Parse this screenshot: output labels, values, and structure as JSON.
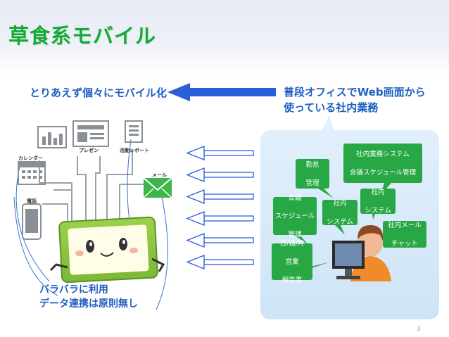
{
  "slide": {
    "title": "草食系モバイル",
    "left_caption": "とりあえず個々にモバイル化",
    "right_caption_line1": "普段オフィスでWeb画面から",
    "right_caption_line2": "使っている社内業務",
    "bottom_caption_line1": "バラバラに利用",
    "bottom_caption_line2": "データ連携は原則無し",
    "page_number": "3"
  },
  "apps": {
    "calendar": "カレンダー",
    "presentation": "プレゼン",
    "activity_report": "活動レポート",
    "mail": "メール",
    "phone": "電話"
  },
  "systems": {
    "attendance_line1": "勤怠",
    "attendance_line2": "管理",
    "meeting_line1": "会議",
    "meeting_line2": "スケジュール",
    "meeting_line3": "管理",
    "internal_a_line1": "社内",
    "internal_a_line2": "システム",
    "internal_b_line1": "社内",
    "internal_b_line2": "システム",
    "business_line1": "社内業務システム",
    "business_line2": "会議スケジュール管理",
    "mail_chat_line1": "社内メール",
    "mail_chat_line2": "チャット",
    "report_line1": "日/週/月",
    "report_line2": "営業",
    "report_line3": "報告書"
  },
  "colors": {
    "title_green": "#17a83a",
    "caption_blue": "#1f5fbf",
    "bubble_green": "#27a844",
    "cloud_blue": "#d8ebfa",
    "tablet_green": "#8dc63f"
  }
}
